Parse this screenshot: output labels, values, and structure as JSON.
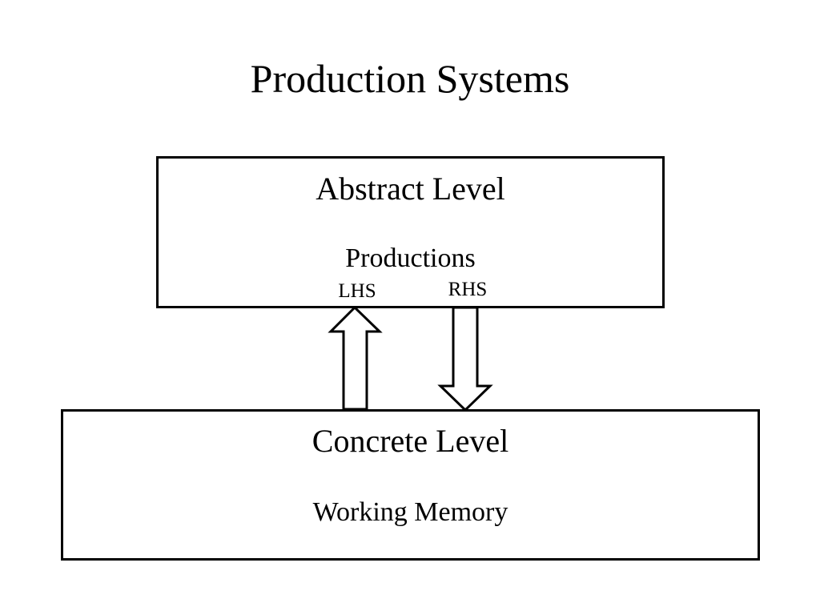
{
  "title": "Production Systems",
  "abstract": {
    "title": "Abstract Level",
    "subtitle": "Productions",
    "lhs": "LHS",
    "rhs": "RHS"
  },
  "concrete": {
    "title": "Concrete Level",
    "subtitle": "Working Memory"
  },
  "arrows": [
    {
      "from": "Concrete Level",
      "to": "LHS",
      "direction": "up"
    },
    {
      "from": "RHS",
      "to": "Concrete Level",
      "direction": "down"
    }
  ],
  "colors": {
    "background": "#ffffff",
    "stroke": "#000000",
    "text": "#000000"
  }
}
